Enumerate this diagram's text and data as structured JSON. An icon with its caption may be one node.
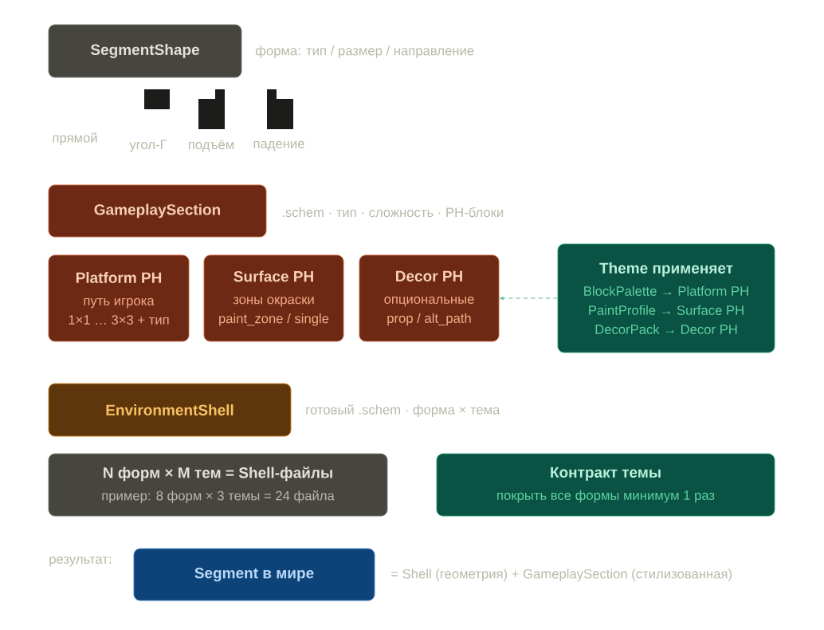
{
  "diagram": {
    "nodes": [
      {
        "text": [
          "SegmentShape"
        ],
        "beside": [
          "форма: тип / размер / направление"
        ]
      },
      {
        "text": [
          "GameplaySection"
        ],
        "beside": [
          ".schem · тип · сложность · PH-блоки"
        ]
      },
      {
        "text": [
          "Platform PH",
          "путь игрока",
          "1×1 … 3×3 + тип"
        ]
      },
      {
        "text": [
          "Surface PH",
          "зоны окраски",
          "paint_zone / single"
        ]
      },
      {
        "text": [
          "Decor PH",
          "опциональные",
          "prop / alt_path"
        ]
      },
      {
        "text": [
          "Theme применяет",
          "BlockPalette → Platform PH",
          "PaintProfile → Surface PH",
          "DecorPack → Decor PH"
        ]
      },
      {
        "text": [
          "EnvironmentShell"
        ],
        "beside": [
          "готовый .schem · форма × тема"
        ]
      },
      {
        "text": [
          "N форм × M тем = Shell-файлы",
          "пример: 8 форм × 3 темы = 24 файла"
        ]
      },
      {
        "text": [
          "Контракт темы",
          "покрыть все формы минимум 1 раз"
        ]
      },
      {
        "text": [
          "Segment в мире"
        ],
        "beside": [
          "результат:",
          "= Shell (геометрия) + GameplaySection (стилизованная)"
        ]
      }
    ],
    "edges": [
      {
        "from": 5,
        "to": 4,
        "arrow": "to",
        "style": "dashed",
        "color": "#4fb58e"
      }
    ],
    "labels": [
      "прямой",
      "угол-Г",
      "подъём",
      "падение"
    ]
  }
}
